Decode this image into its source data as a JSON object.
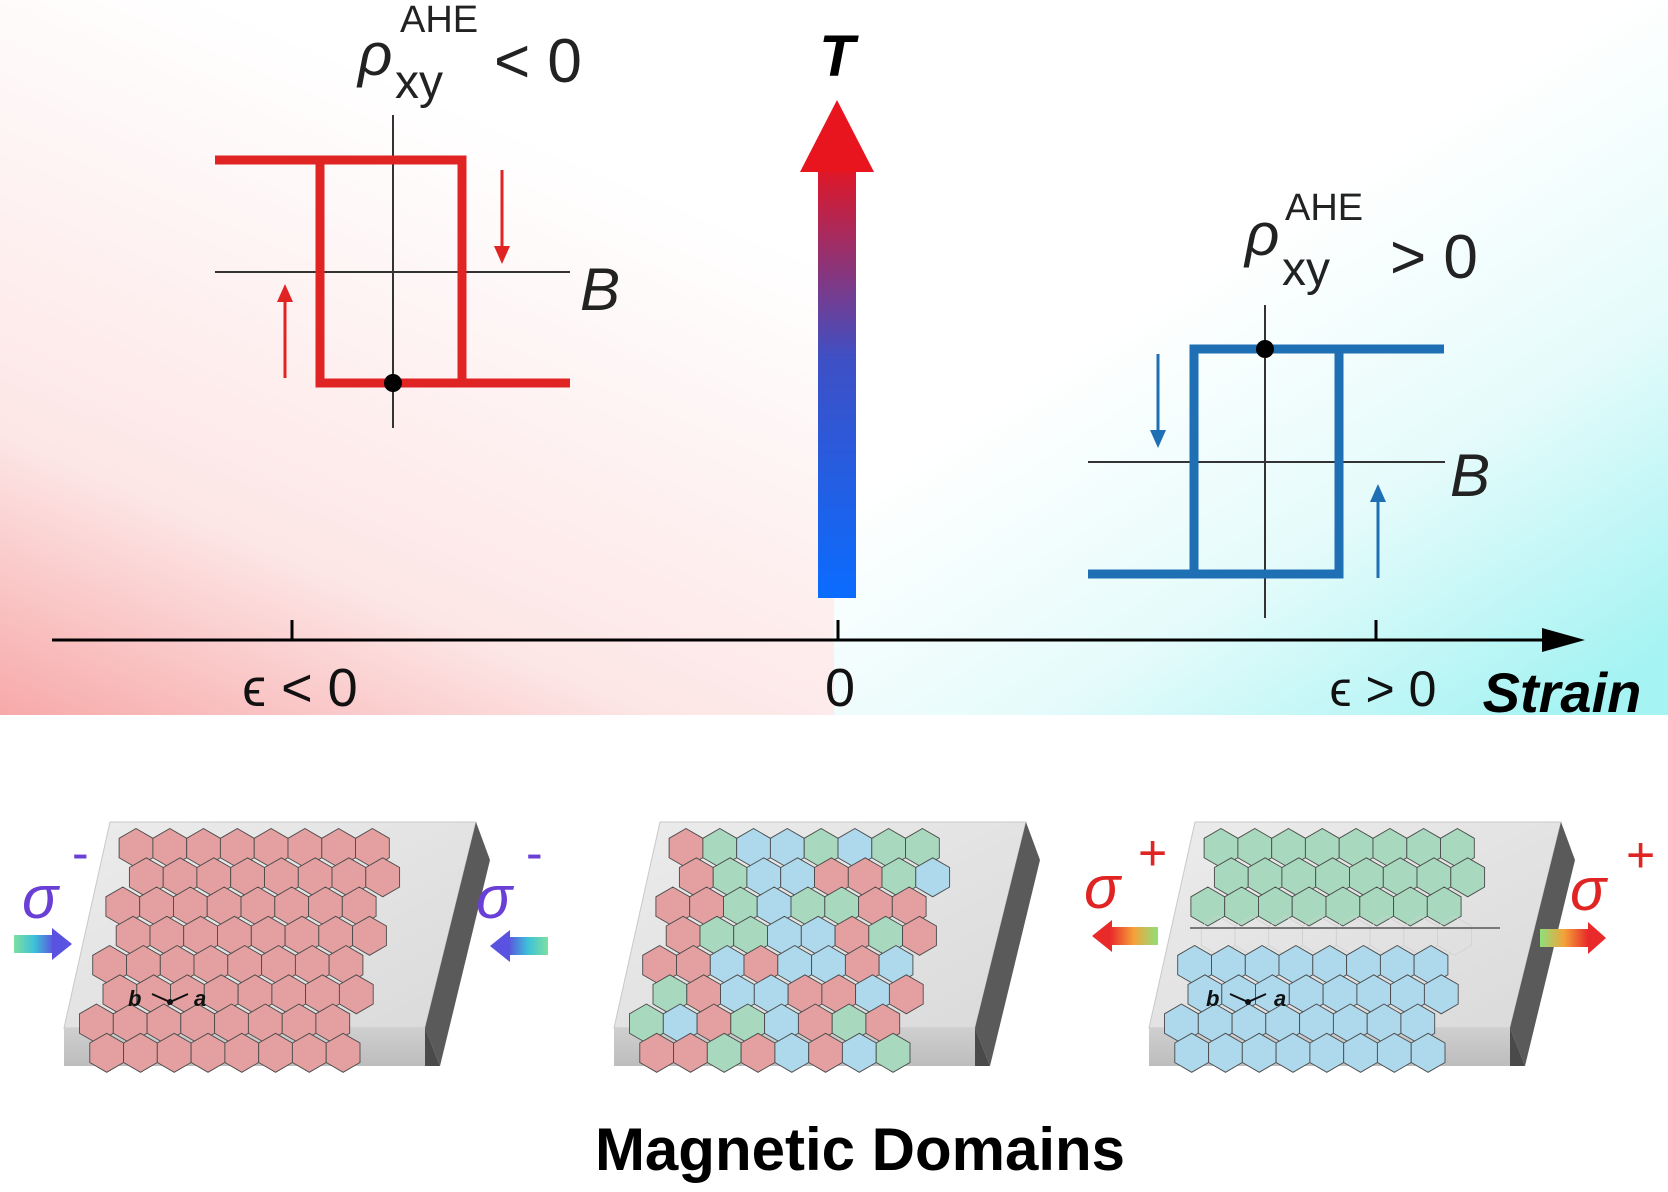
{
  "upper_panel": {
    "temperature_axis_label": "T",
    "strain_axis": {
      "label": "Strain",
      "ticks": [
        "ϵ < 0",
        "0",
        "ϵ > 0"
      ]
    },
    "loop_negative": {
      "rho": "ρ",
      "rho_superscript": "AHE",
      "rho_subscript": "xy",
      "relation": "< 0",
      "field_label": "B",
      "color": "#e02424"
    },
    "loop_positive": {
      "rho": "ρ",
      "rho_superscript": "AHE",
      "rho_subscript": "xy",
      "relation": "> 0",
      "field_label": "B",
      "color": "#1f6fb4"
    }
  },
  "lower_panel": {
    "title": "Magnetic Domains",
    "slabs": [
      {
        "stress_symbol": "σ",
        "stress_sign": "-",
        "stress_color": "#6a3fd6",
        "lattice_vector_b": "b",
        "lattice_vector_a": "a"
      },
      {},
      {
        "stress_symbol": "σ",
        "stress_sign": "+",
        "stress_color": "#e02424",
        "lattice_vector_b": "b",
        "lattice_vector_a": "a"
      }
    ],
    "domain_colors": {
      "red": "#e4a0a0",
      "green": "#a8d8bd",
      "blue": "#aed8ec"
    }
  }
}
